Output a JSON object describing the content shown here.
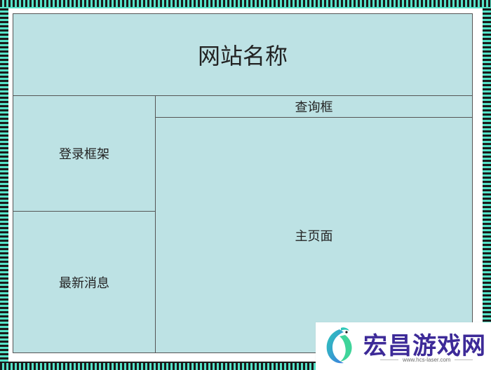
{
  "diagram": {
    "header_label": "网站名称",
    "login_label": "登录框架",
    "news_label": "最新消息",
    "search_label": "查询框",
    "main_label": "主页面"
  },
  "watermark": {
    "brand": "宏昌游戏网",
    "site": "www.hcs-laser.com"
  },
  "colors": {
    "panel_fill": "#bde2e4",
    "stripe_accent": "#56e3c8",
    "stripe_dark": "#1b1b1b",
    "brand": "#3d2a98"
  }
}
